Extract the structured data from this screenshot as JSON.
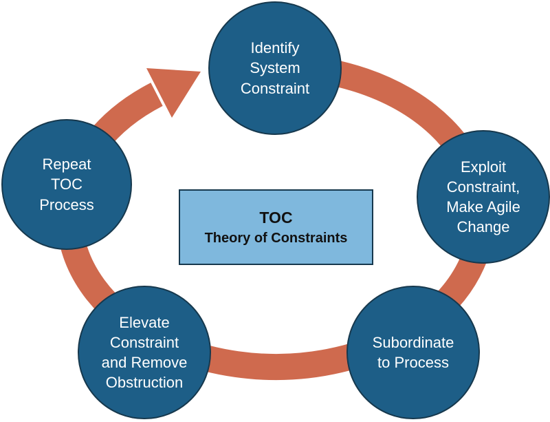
{
  "diagram": {
    "name": "TOC cycle diagram",
    "center": {
      "title": "TOC",
      "subtitle": "Theory of Constraints"
    },
    "nodes": [
      {
        "id": "identify-system-constraint",
        "label": "Identify\nSystem\nConstraint",
        "position": "top"
      },
      {
        "id": "exploit-constraint",
        "label": "Exploit\nConstraint,\nMake Agile\nChange",
        "position": "right"
      },
      {
        "id": "subordinate-to-process",
        "label": "Subordinate\nto Process",
        "position": "bottom-right"
      },
      {
        "id": "elevate-constraint",
        "label": "Elevate\nConstraint\nand Remove\nObstruction",
        "position": "bottom-left"
      },
      {
        "id": "repeat-toc-process",
        "label": "Repeat\nTOC\nProcess",
        "position": "left"
      }
    ],
    "colors": {
      "node_fill": "#1d5e87",
      "node_outline": "#16384d",
      "node_text": "#ffffff",
      "arrow": "#cf6a4e",
      "center_fill": "#7fb8dd",
      "center_text": "#111111",
      "background": "#ffffff"
    }
  }
}
